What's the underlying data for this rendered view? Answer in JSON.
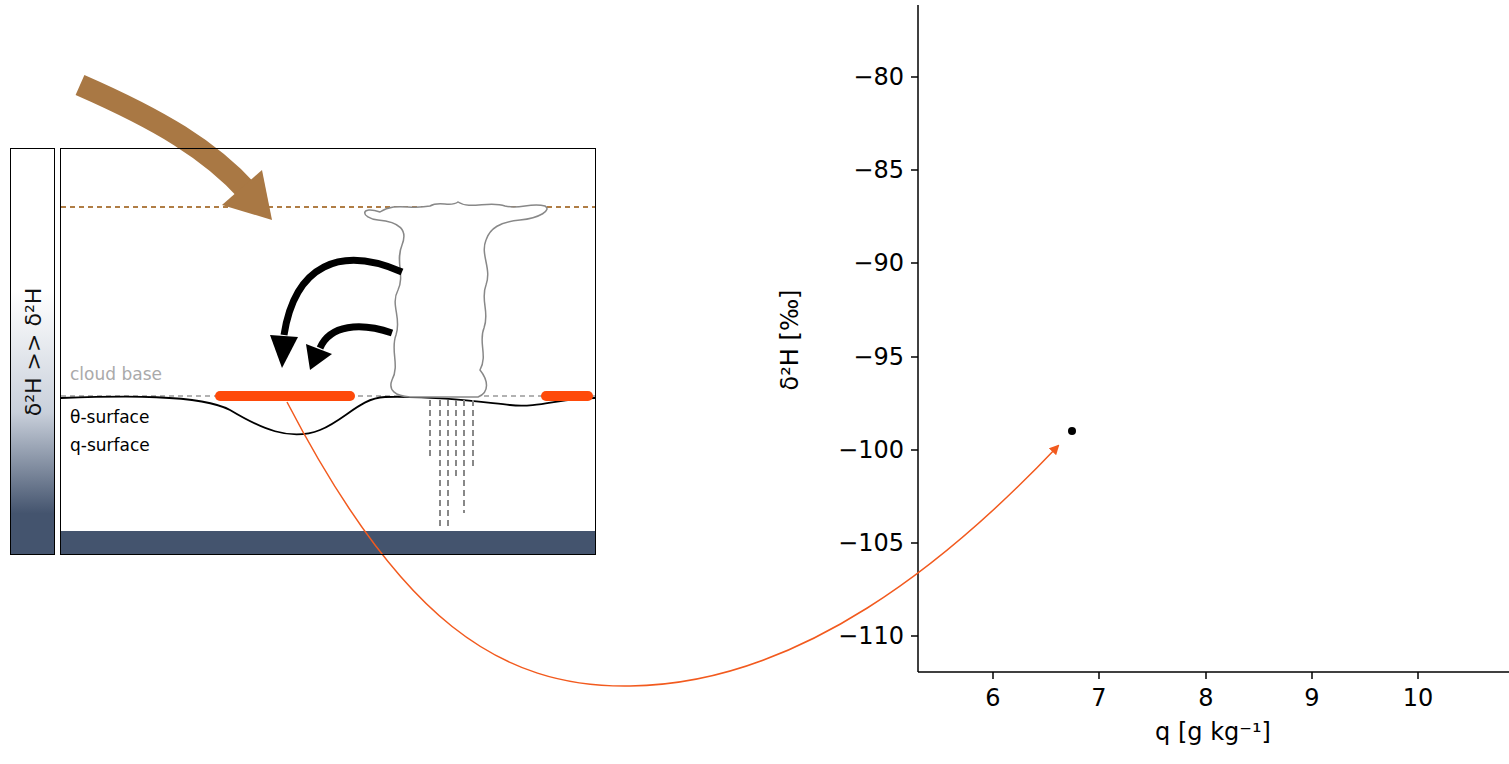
{
  "diagram": {
    "nodes": [
      {
        "text": [
          "δ²H >> δ²H"
        ]
      },
      {
        "text": [
          "cloud base",
          "θ-surface",
          "q-surface"
        ]
      }
    ],
    "labels": [
      "−80",
      "−85",
      "−90",
      "−95",
      "−100",
      "−105",
      "−110",
      "6",
      "7",
      "8",
      "9",
      "10",
      "δ²H [‰]",
      "q [g kg⁻¹]"
    ]
  }
}
